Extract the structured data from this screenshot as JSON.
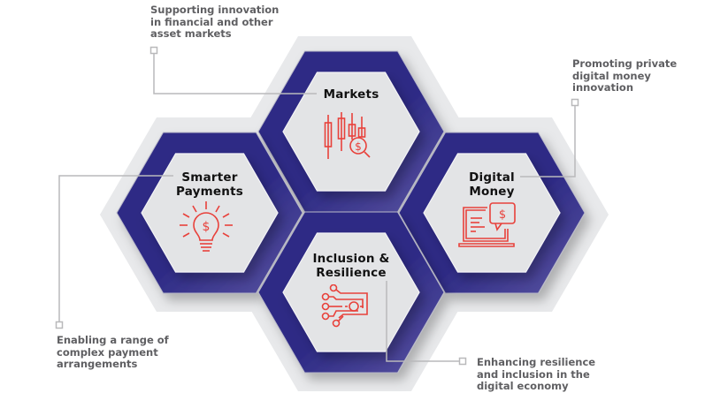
{
  "colors": {
    "hex_outer": "#2d2a85",
    "hex_inner": "#e3e4e6",
    "hex_bg": "#e8e9eb",
    "icon": "#e8413b",
    "connector": "#b9b9bb",
    "text": "#5f5f62"
  },
  "hexagons": [
    {
      "title": "Markets",
      "icon": "candlestick-chart-magnifier-dollar-icon"
    },
    {
      "title": "Smarter Payments",
      "icon": "lightbulb-dollar-icon"
    },
    {
      "title": "Digital Money",
      "icon": "laptop-dollar-chat-icon"
    },
    {
      "title": "Inclusion & Resilience",
      "icon": "circuit-icon"
    }
  ],
  "callouts": [
    {
      "text": "Supporting innovation\nin financial and other\nasset markets"
    },
    {
      "text": "Promoting private\ndigital money\ninnovation"
    },
    {
      "text": "Enabling a range of\ncomplex payment\narrangements"
    },
    {
      "text": "Enhancing resilience\nand inclusion in the\ndigital economy"
    }
  ]
}
